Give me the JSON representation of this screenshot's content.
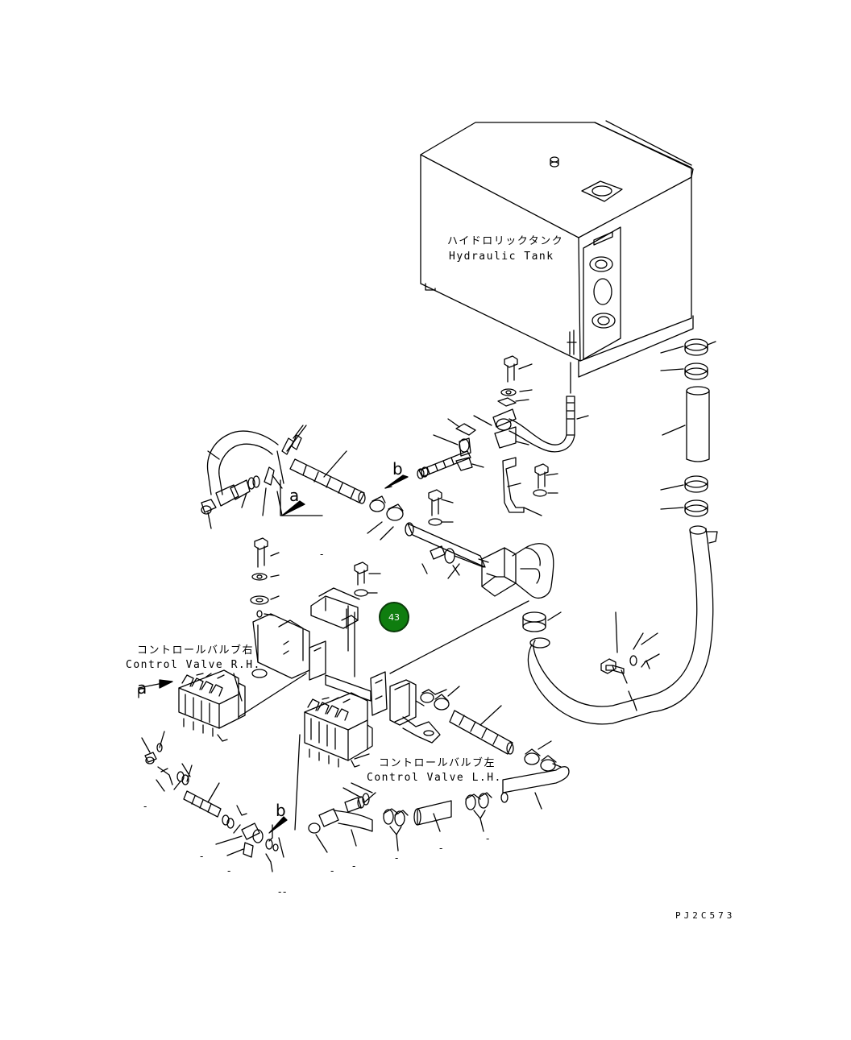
{
  "tank_label": {
    "jp": "ハイドロリックタンク",
    "en": "Hydraulic Tank"
  },
  "valve_rh_label": {
    "jp": "コントロールバルブ右",
    "en": "Control Valve R.H."
  },
  "valve_lh_label": {
    "jp": "コントロールバルブ左",
    "en": "Control Valve L.H."
  },
  "view_markers": {
    "a1": "a",
    "a2": "a",
    "b1": "b",
    "b2": "b"
  },
  "callout": {
    "number": "43",
    "color": "#0f7d0f"
  },
  "drawing_code": "PJ2C573",
  "stub_dash": "-"
}
